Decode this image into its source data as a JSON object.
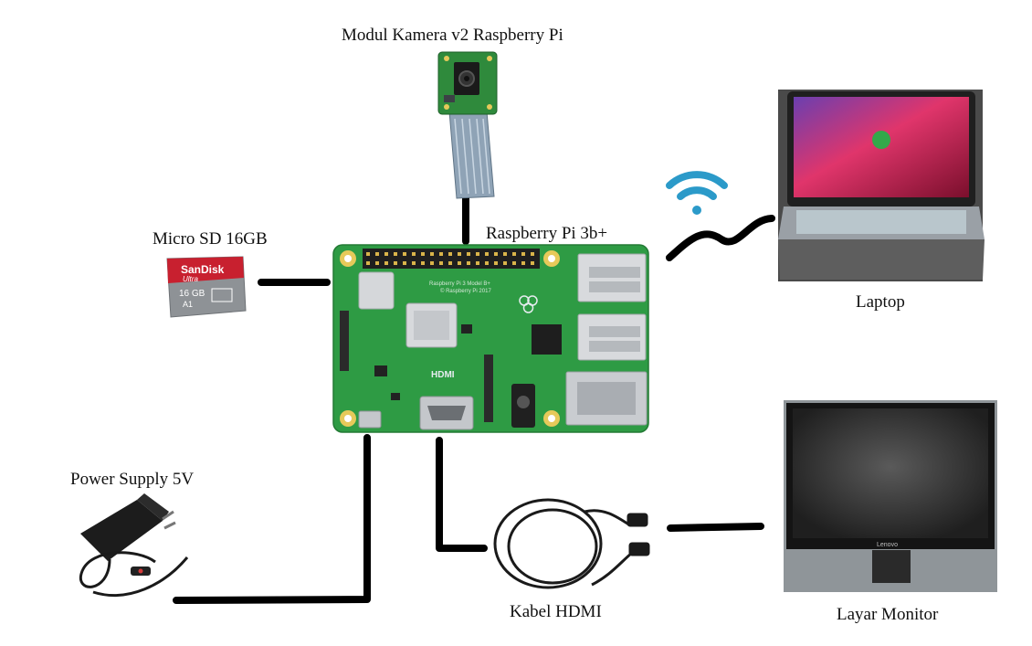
{
  "labels": {
    "camera": "Modul Kamera v2 Raspberry Pi",
    "raspberry_pi": "Raspberry Pi 3b+",
    "micro_sd": "Micro SD 16GB",
    "laptop": "Laptop",
    "power_supply": "Power Supply 5V",
    "hdmi_cable": "Kabel HDMI",
    "monitor": "Layar Monitor"
  },
  "board_text": {
    "hdmi": "HDMI",
    "model": "Raspberry Pi 3 Model B+",
    "copyright": "© Raspberry Pi 2017"
  },
  "sd_card": {
    "brand": "SanDisk",
    "line": "Ultra",
    "capacity": "16 GB",
    "class": "A1"
  },
  "monitor_brand": "Lenovo",
  "colors": {
    "connector": "#000000",
    "wifi": "#2b9ac9",
    "board": "#2e9b44",
    "sd_red": "#c8202f",
    "sd_gray": "#8e9296",
    "laptop_wallpaper": "#b5164a"
  },
  "icons": {
    "wireless": "wifi-icon"
  }
}
